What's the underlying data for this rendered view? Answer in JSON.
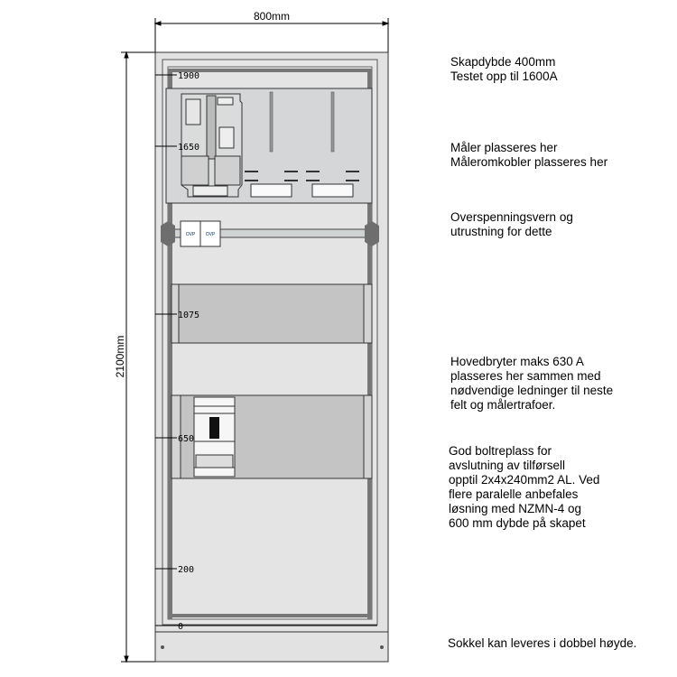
{
  "dimensions": {
    "width_label": "800mm",
    "height_label": "2100mm"
  },
  "levels": [
    "1900",
    "1650",
    "1075",
    "650",
    "200",
    "0"
  ],
  "ovp_modules": [
    "OVP",
    "OVP"
  ],
  "notes": [
    "Skapdybde 400mm\nTestet opp til 1600A",
    "Måler plasseres her\nMåleromkobler plasseres her",
    "Overspenningsvern og\nutrustning for dette",
    "Hovedbryter maks 630 A\nplasseres her sammen med\nnødvendige ledninger til neste\nfelt og målertrafoer.",
    "God boltreplass for\navslutning av tilførsell\nopptil 2x4x240mm2 AL. Ved\nflere paralelle anbefales\nløsning med NZMN-4 og\n600 mm dybde på skapet",
    "Sokkel kan leveres i dobbel høyde."
  ],
  "colors": {
    "cabinet": "#e2e2e2",
    "panel": "#d4d6d8",
    "blank_panel": "#c4c4c4",
    "rail": "#6e6e6e"
  }
}
